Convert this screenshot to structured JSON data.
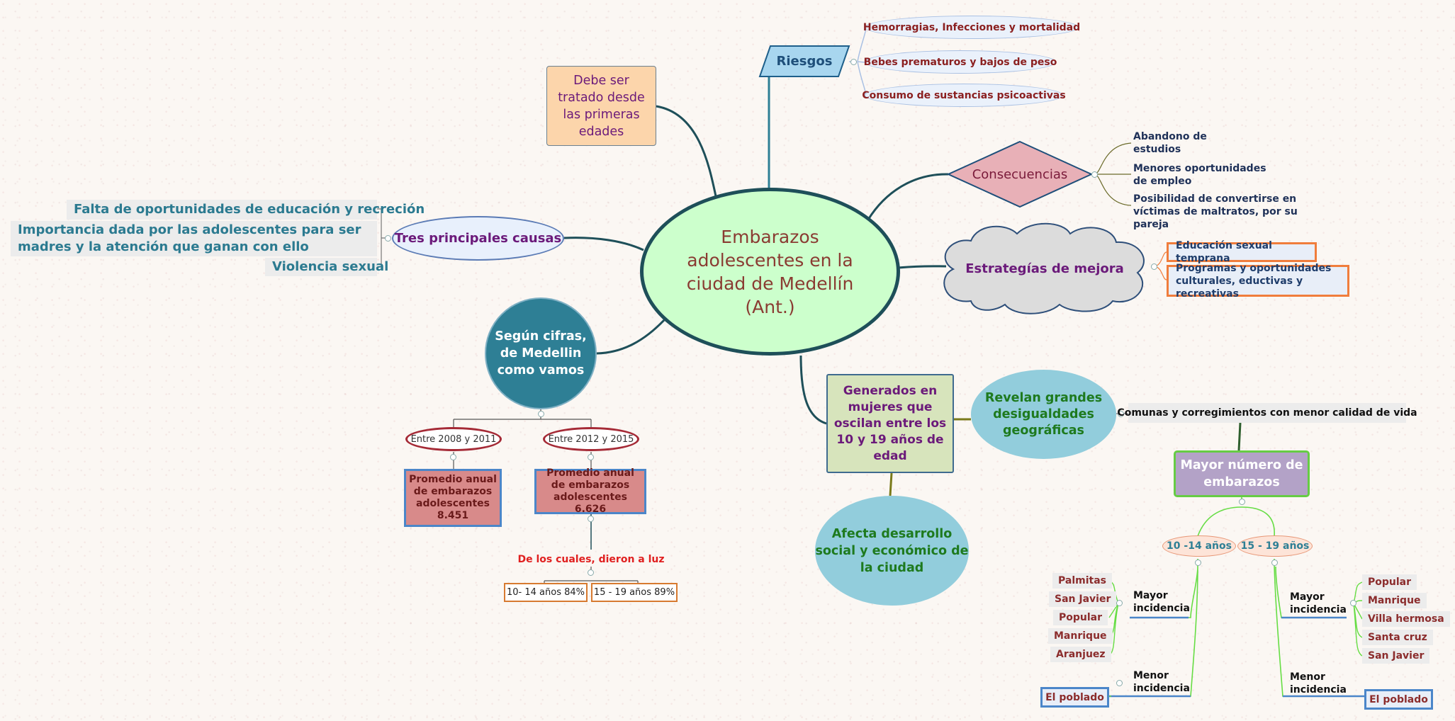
{
  "center": {
    "title": "Embarazos adolescentes en la ciudad de Medellín (Ant.)"
  },
  "debe": {
    "text": "Debe ser tratado desde las primeras edades"
  },
  "riesgos": {
    "label": "Riesgos",
    "items": [
      "Hemorragias, Infecciones y mortalidad",
      "Bebes prematuros y bajos de peso",
      "Consumo de sustancias psicoactivas"
    ]
  },
  "consecuencias": {
    "label": "Consecuencias",
    "items": [
      "Abandono de estudios",
      "Menores oportunidades de empleo",
      "Posibilidad de convertirse en víctimas de maltratos, por su pareja"
    ]
  },
  "estrategias": {
    "label": "Estrategías de mejora",
    "items": [
      "Educación sexual temprana",
      "Programas y oportunidades culturales, eductivas y recreativas"
    ]
  },
  "causas": {
    "label": "Tres principales causas",
    "items": [
      "Falta de oportunidades de educación y recreción",
      "Importancia dada por las adolescentes para ser madres y la atención que ganan con ello",
      "Violencia sexual"
    ]
  },
  "cifras": {
    "label": "Según cifras, de Medellin como vamos",
    "periods": [
      {
        "label": "Entre 2008 y 2011",
        "promedio": "Promedio anual de embarazos adolescentes 8.451"
      },
      {
        "label": "Entre 2012 y 2015",
        "promedio": "Promedio anual de embarazos adolescentes 6.626"
      }
    ],
    "dieron_luz": "De los cuales, dieron a luz",
    "percentages": [
      "10- 14 años 84%",
      "15 - 19 años 89%"
    ]
  },
  "generados": {
    "text": "Generados en mujeres que oscilan entre los 10 y 19 años de edad"
  },
  "revelan": {
    "text": "Revelan grandes desigualdades geográficas"
  },
  "afecta": {
    "text": "Afecta desarrollo social y económico de la ciudad"
  },
  "comunas": {
    "text": "Comunas y corregimientos con menor calidad de vida"
  },
  "mayor_numero": {
    "text": "Mayor número de embarazos"
  },
  "age_groups": [
    {
      "label": "10 -14 años",
      "mayor_label": "Mayor incidencia",
      "menor_label": "Menor incidencia",
      "mayor": [
        "Palmitas",
        "San Javier",
        "Popular",
        "Manrique",
        "Aranjuez"
      ],
      "menor": "El poblado"
    },
    {
      "label": "15 - 19 años",
      "mayor_label": "Mayor incidencia",
      "menor_label": "Menor incidencia",
      "mayor": [
        "Popular",
        "Manrique",
        "Villa hermosa",
        "Santa cruz",
        "San Javier"
      ],
      "menor": "El poblado"
    }
  ],
  "colors": {
    "center_fill": "#ccffcc",
    "center_border": "#1e4f59",
    "link": "#1e4f59",
    "green_link": "#66dd44"
  }
}
